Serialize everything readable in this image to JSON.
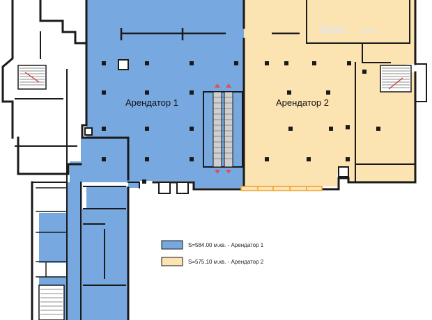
{
  "plan": {
    "tenants": [
      {
        "id": "t1",
        "label": "Арендатор 1",
        "color": "#77a8e0"
      },
      {
        "id": "t2",
        "label": "Арендатор 2",
        "color": "#fbe3b2"
      }
    ],
    "legend": [
      {
        "color": "#77a8e0",
        "text": "S=584.00 м.кв. - Арендатор 1"
      },
      {
        "color": "#fbe3b2",
        "text": "S=575.10 м.кв. - Арендатор 2"
      }
    ],
    "watermark": {
      "word1": "dom",
      "word2": "RIA"
    },
    "wall_color": "#1a1a1a"
  }
}
